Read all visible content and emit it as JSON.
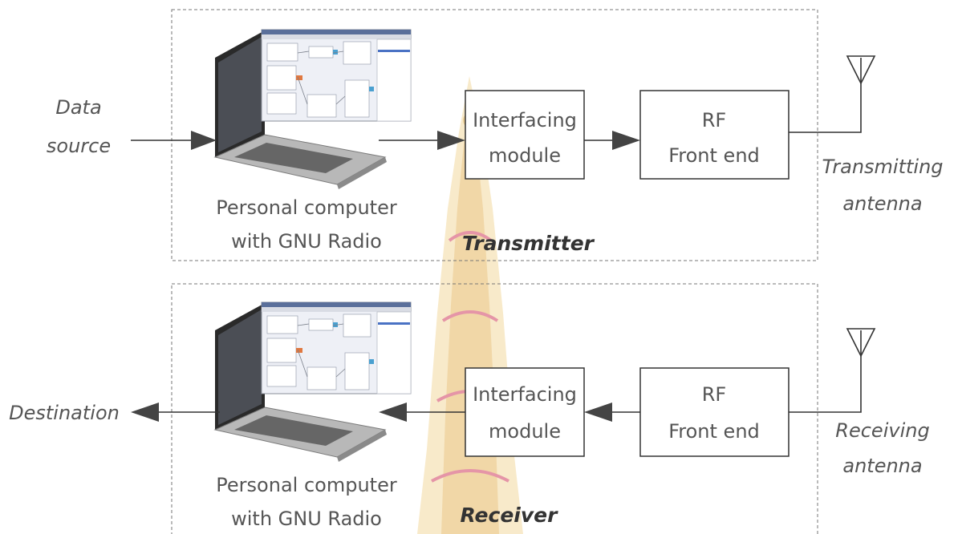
{
  "colors": {
    "line": "#333333",
    "text": "#555555",
    "frame": "#777777",
    "watermark": "#e8c070",
    "screen": "#eef0f6"
  },
  "icons": {
    "computer": "laptop-icon",
    "antenna": "antenna-icon",
    "gnu_radio": "flowgraph-window-icon",
    "watermark": "temple-watermark-icon"
  },
  "transmitter": {
    "title": "Transmitter",
    "input_label": {
      "line1": "Data",
      "line2": "source"
    },
    "computer_label": {
      "line1": "Personal computer",
      "line2": "with GNU Radio"
    },
    "interface_box": {
      "line1": "Interfacing",
      "line2": "module"
    },
    "rf_box": {
      "line1": "RF",
      "line2": "Front end"
    },
    "antenna_label": {
      "line1": "Transmitting",
      "line2": "antenna"
    }
  },
  "receiver": {
    "title": "Receiver",
    "output_label": "Destination",
    "computer_label": {
      "line1": "Personal computer",
      "line2": "with GNU Radio"
    },
    "interface_box": {
      "line1": "Interfacing",
      "line2": "module"
    },
    "rf_box": {
      "line1": "RF",
      "line2": "Front end"
    },
    "antenna_label": {
      "line1": "Receiving",
      "line2": "antenna"
    }
  }
}
